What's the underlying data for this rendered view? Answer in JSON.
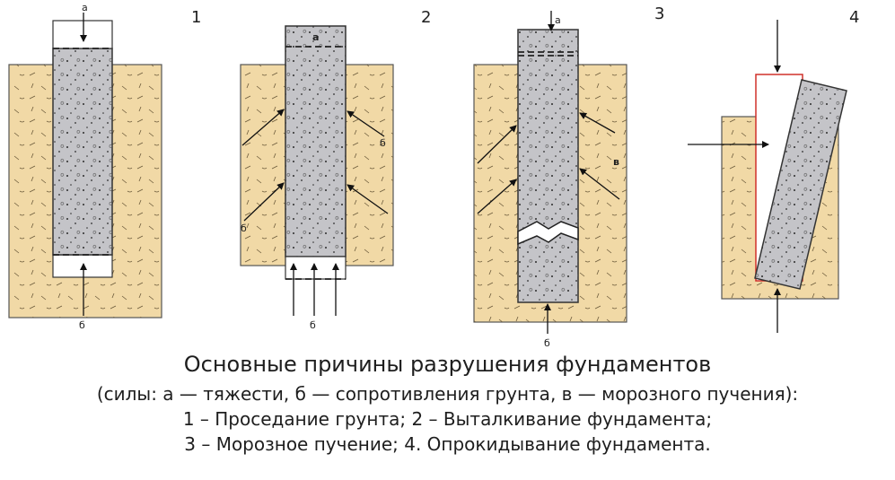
{
  "panels": [
    {
      "number": "1",
      "labels": {
        "a": "а",
        "b": "б"
      }
    },
    {
      "number": "2",
      "labels": {
        "a": "а",
        "b1": "б",
        "b2": "б",
        "b3": "б"
      }
    },
    {
      "number": "3",
      "labels": {
        "a": "а",
        "b": "б",
        "v": "в"
      }
    },
    {
      "number": "4"
    }
  ],
  "caption": {
    "title": "Основные причины разрушения фундаментов",
    "line2": "(силы: а — тяжести, б — сопротивления грунта, в — морозного пучения):",
    "line3": "1 – Проседание грунта; 2 – Выталкивание фундамента;",
    "line4": "3 – Морозное пучение; 4. Опрокидывание фундамента."
  },
  "colors": {
    "soil": "#f1d9a6",
    "concrete": "#c4c4c8",
    "highlight": "#d0302a"
  }
}
